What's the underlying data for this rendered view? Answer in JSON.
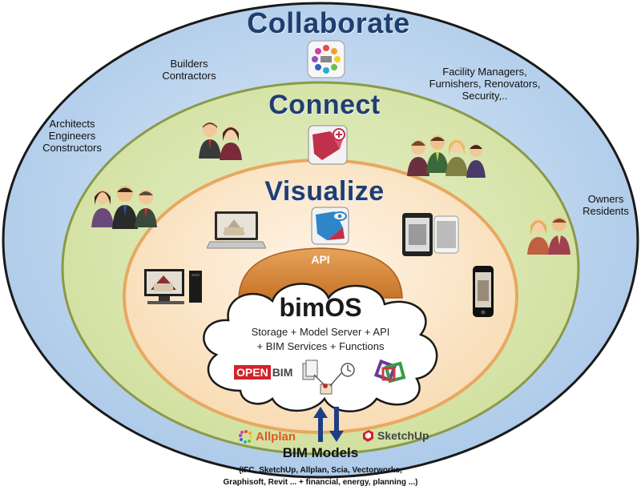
{
  "rings": {
    "collaborate": "Collaborate",
    "connect": "Connect",
    "visualize": "Visualize"
  },
  "api_label": "API",
  "groups": {
    "builders": [
      "Builders",
      "Contractors"
    ],
    "facility": [
      "Facility Managers,",
      "Furnishers, Renovators,",
      "Security,.."
    ],
    "architects": [
      "Architects",
      "Engineers",
      "Constructors"
    ],
    "owners": [
      "Owners",
      "Residents"
    ]
  },
  "core": {
    "title": "bimOS",
    "line1": "Storage + Model Server + API",
    "line2": "+ BIM Services + Functions"
  },
  "logos": {
    "openbim_a": "OPEN",
    "openbim_b": "BIM",
    "allplan": "Allplan",
    "sketchup": "SketchUp"
  },
  "bim_models": {
    "title": "BIM Models",
    "line1": "(IFC, SketchUp, Allplan, Scia, Vectorworks,",
    "line2": "Graphisoft, Revit ... + financial, energy, planning ...)"
  },
  "icons": {
    "collaborate": "collaborate-app-icon",
    "connect": "connect-app-icon",
    "visualize": "visualize-app-icon",
    "api": "api-dome",
    "exchange": "bidirectional-arrows-icon"
  },
  "colors": {
    "outer_ring": "#bcd5ee",
    "middle_ring": "#d6e4a8",
    "inner_ring": "#fbe3c4",
    "api_dome": "#d98a3a",
    "title_blue": "#1f3e70",
    "arrow_blue": "#1e3f82",
    "openbim_red": "#d2232a"
  }
}
